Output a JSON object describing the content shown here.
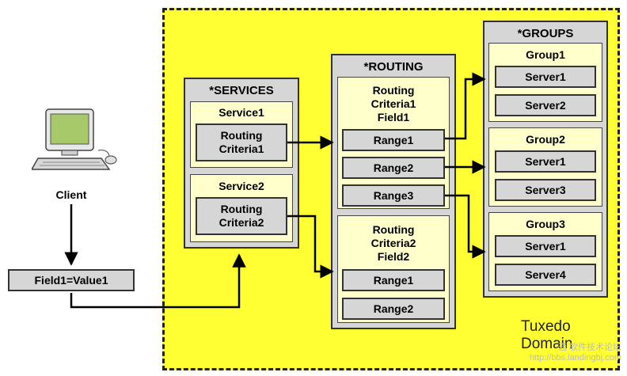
{
  "client": {
    "label": "Client"
  },
  "message": {
    "label": "Field1=Value1"
  },
  "domain": {
    "label_line1": "Tuxedo",
    "label_line2": "Domain"
  },
  "services": {
    "title": "*SERVICES",
    "items": [
      {
        "name": "Service1",
        "criteria_line1": "Routing",
        "criteria_line2": "Criteria1"
      },
      {
        "name": "Service2",
        "criteria_line1": "Routing",
        "criteria_line2": "Criteria2"
      }
    ]
  },
  "routing": {
    "title": "*ROUTING",
    "criteria": [
      {
        "line1": "Routing",
        "line2": "Criteria1",
        "line3": "Field1",
        "ranges": [
          "Range1",
          "Range2",
          "Range3"
        ]
      },
      {
        "line1": "Routing",
        "line2": "Criteria2",
        "line3": "Field2",
        "ranges": [
          "Range1",
          "Range2"
        ]
      }
    ]
  },
  "groups": {
    "title": "*GROUPS",
    "items": [
      {
        "name": "Group1",
        "servers": [
          "Server1",
          "Server2"
        ]
      },
      {
        "name": "Group2",
        "servers": [
          "Server1",
          "Server3"
        ]
      },
      {
        "name": "Group3",
        "servers": [
          "Server1",
          "Server4"
        ]
      }
    ]
  },
  "watermark": {
    "line1": "通 软件技术论坛",
    "line2": "http://bbs.landingbj.com"
  },
  "colors": {
    "domain": "#ffff33",
    "panel": "#d6d6d6",
    "cream": "#ffffcc",
    "screen": "#a8c96a"
  }
}
